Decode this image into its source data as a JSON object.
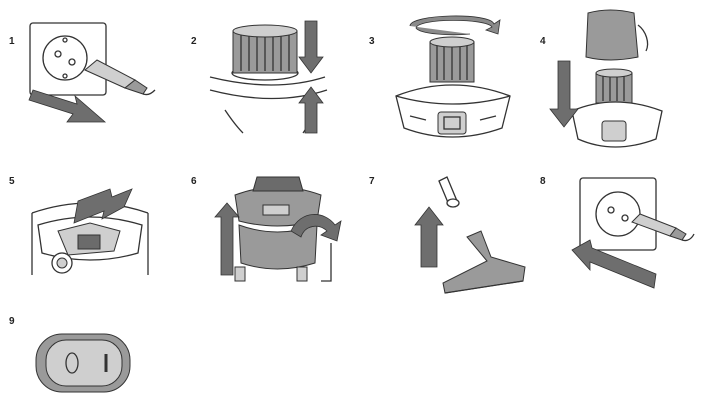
{
  "steps": [
    {
      "number": "1"
    },
    {
      "number": "2"
    },
    {
      "number": "3"
    },
    {
      "number": "4"
    },
    {
      "number": "5"
    },
    {
      "number": "6"
    },
    {
      "number": "7"
    },
    {
      "number": "8"
    },
    {
      "number": "9"
    }
  ]
}
